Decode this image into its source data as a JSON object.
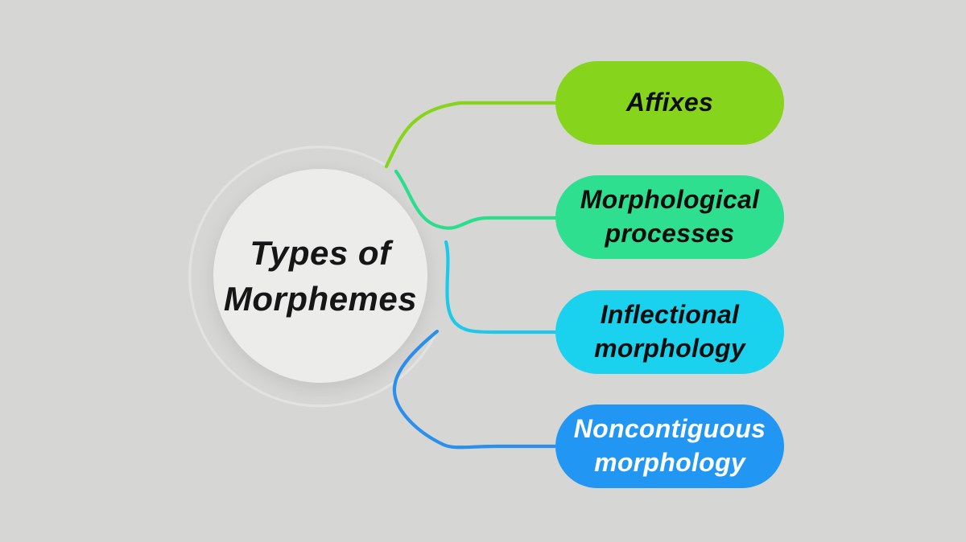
{
  "background_color": "#D6D6D4",
  "center": {
    "title": "Types of Morphemes",
    "lines": [
      "Types of",
      "Morphemes"
    ],
    "fill": "#ECECEA",
    "ring_color": "#E2E2E0",
    "text_color": "#161616"
  },
  "nodes": [
    {
      "id": "affixes",
      "label": "Affixes",
      "lines": [
        "Affixes"
      ],
      "fill": "#86D41C",
      "text_color": "#0E0E0E",
      "connector_color": "#86D41C"
    },
    {
      "id": "morphological-processes",
      "label": "Morphological processes",
      "lines": [
        "Morphological",
        "processes"
      ],
      "fill": "#2DDF8E",
      "text_color": "#0E0E0E",
      "connector_color": "#2BDE8C"
    },
    {
      "id": "inflectional-morphology",
      "label": "Inflectional morphology",
      "lines": [
        "Inflectional",
        "morphology"
      ],
      "fill": "#1BD2EE",
      "text_color": "#0E0E0E",
      "connector_color": "#1CC9E9"
    },
    {
      "id": "noncontiguous-morphology",
      "label": "Noncontiguous morphology",
      "lines": [
        "Noncontiguous",
        "morphology"
      ],
      "fill": "#2196F3",
      "text_color": "#FFFFFF",
      "connector_color": "#2B90EC"
    }
  ]
}
